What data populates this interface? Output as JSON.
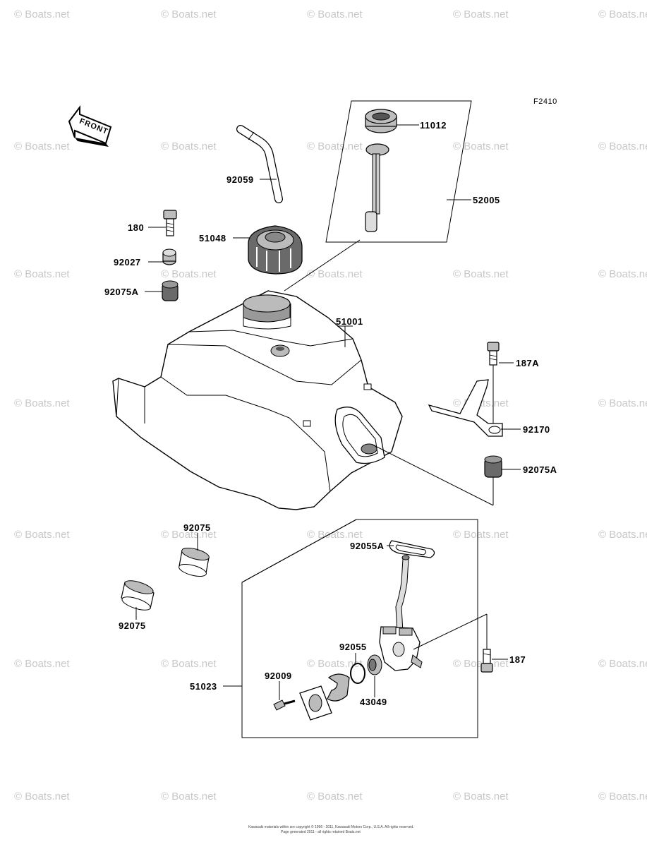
{
  "figure_code": "F2410",
  "front_label": "FRONT",
  "watermark_text": "© Boats.net",
  "copyright_lines": [
    "Kawasaki materials within are copyright © 1996 - 2011, Kawasaki Motors Corp., U.S.A. All rights reserved.",
    "Page generated 2011 - all rights retained Boats.net"
  ],
  "part_labels": {
    "p11012": "11012",
    "p52005": "52005",
    "p92059": "92059",
    "p180": "180",
    "p51048": "51048",
    "p92027": "92027",
    "p92075A_top": "92075A",
    "p51001": "51001",
    "p187A": "187A",
    "p92170": "92170",
    "p92075A_right": "92075A",
    "p92075_a": "92075",
    "p92075_b": "92075",
    "p92055A": "92055A",
    "p92055": "92055",
    "p187": "187",
    "p51023": "51023",
    "p92009": "92009",
    "p43049": "43049"
  }
}
